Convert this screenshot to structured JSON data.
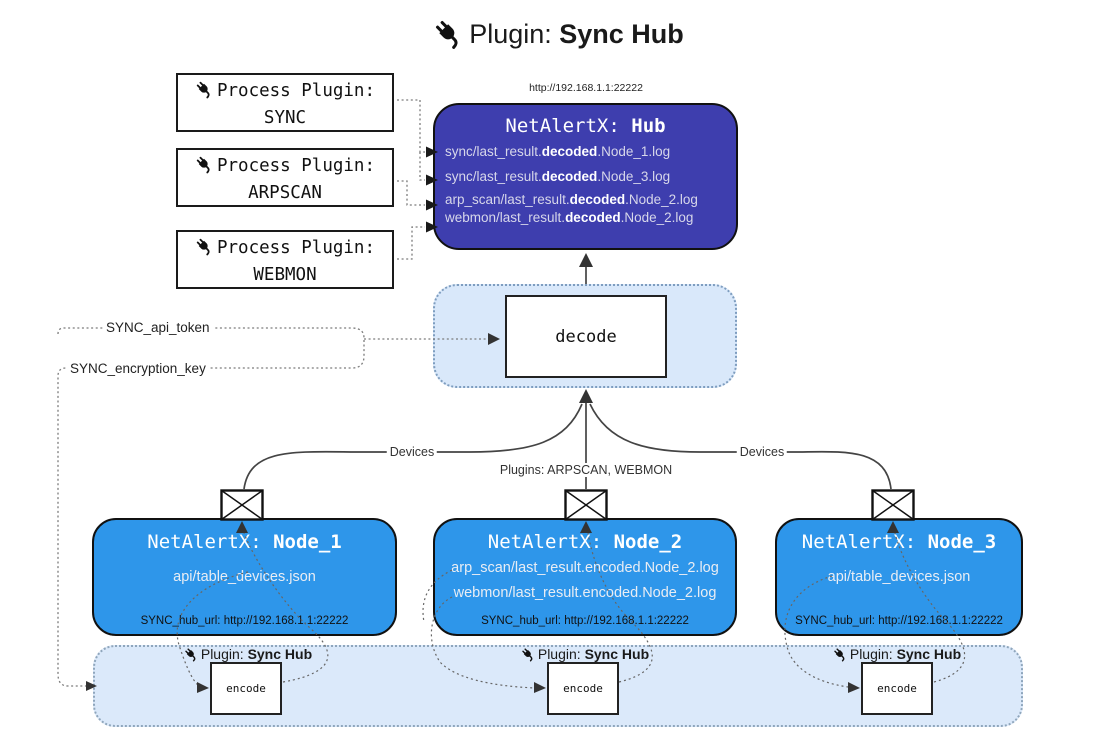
{
  "title": {
    "prefix": "Plugin: ",
    "bold": "Sync Hub"
  },
  "process_plugins": [
    {
      "label": "Process Plugin:",
      "name": "SYNC"
    },
    {
      "label": "Process Plugin:",
      "name": "ARPSCAN"
    },
    {
      "label": "Process Plugin:",
      "name": "WEBMON"
    }
  ],
  "hub": {
    "url": "http://192.168.1.1:22222",
    "title_prefix": "NetAlertX: ",
    "title_bold": "Hub",
    "logs": [
      {
        "pre": "sync/last_result.",
        "bold": "decoded",
        "post": ".Node_1.log"
      },
      {
        "pre": "sync/last_result.",
        "bold": "decoded",
        "post": ".Node_3.log"
      },
      {
        "pre": "arp_scan/last_result.",
        "bold": "decoded",
        "post": ".Node_2.log"
      },
      {
        "pre": "webmon/last_result.",
        "bold": "decoded",
        "post": ".Node_2.log"
      }
    ]
  },
  "decode": {
    "label": "decode"
  },
  "settings": {
    "api_token": "SYNC_api_token",
    "encryption_key": "SYNC_encryption_key"
  },
  "edges": {
    "devices_left": "Devices",
    "plugins_center": "Plugins: ARPSCAN, WEBMON",
    "devices_right": "Devices"
  },
  "nodes": [
    {
      "title_prefix": "NetAlertX: ",
      "title_bold": "Node_1",
      "lines": [
        "api/table_devices.json"
      ],
      "hub_url": "SYNC_hub_url: http://192.168.1.1:22222"
    },
    {
      "title_prefix": "NetAlertX: ",
      "title_bold": "Node_2",
      "lines": [
        "arp_scan/last_result.encoded.Node_2.log",
        "webmon/last_result.encoded.Node_2.log"
      ],
      "hub_url": "SYNC_hub_url: http://192.168.1.1:22222"
    },
    {
      "title_prefix": "NetAlertX: ",
      "title_bold": "Node_3",
      "lines": [
        "api/table_devices.json"
      ],
      "hub_url": "SYNC_hub_url: http://192.168.1.1:22222"
    }
  ],
  "encode_sections": [
    {
      "label_prefix": "Plugin: ",
      "label_bold": "Sync Hub",
      "box_label": "encode"
    },
    {
      "label_prefix": "Plugin: ",
      "label_bold": "Sync Hub",
      "box_label": "encode"
    },
    {
      "label_prefix": "Plugin: ",
      "label_bold": "Sync Hub",
      "box_label": "encode"
    }
  ],
  "icons": {
    "plug": "plug-icon",
    "envelope": "envelope-icon"
  },
  "colors": {
    "hub": "#3e3eae",
    "node": "#2e96ea",
    "panel": "#d9e8fa",
    "panel_bottom": "#dbe9fa",
    "border": "#111111"
  }
}
